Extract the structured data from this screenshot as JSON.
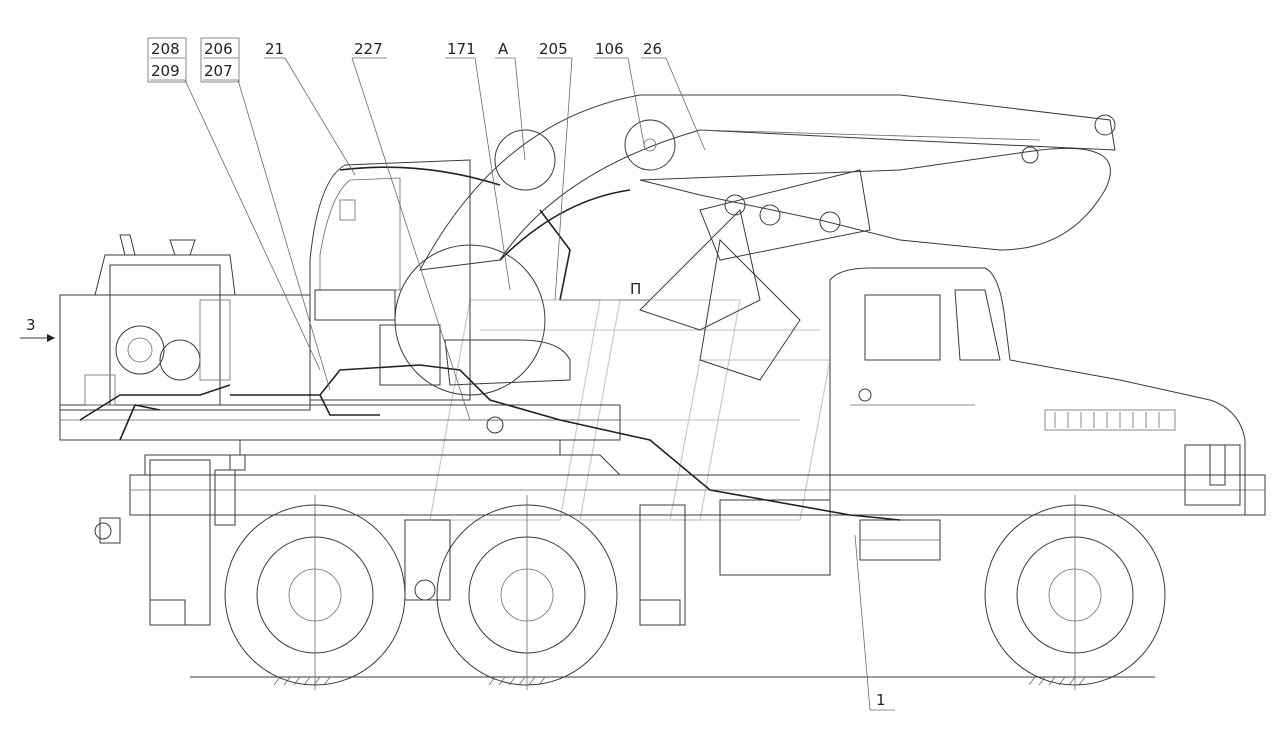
{
  "callouts": [
    {
      "id": "208",
      "text": "208"
    },
    {
      "id": "209",
      "text": "209"
    },
    {
      "id": "206",
      "text": "206"
    },
    {
      "id": "207",
      "text": "207"
    },
    {
      "id": "21",
      "text": "21"
    },
    {
      "id": "227",
      "text": "227"
    },
    {
      "id": "171",
      "text": "171"
    },
    {
      "id": "A",
      "text": "А"
    },
    {
      "id": "205",
      "text": "205"
    },
    {
      "id": "106",
      "text": "106"
    },
    {
      "id": "26",
      "text": "26"
    },
    {
      "id": "3",
      "text": "3"
    },
    {
      "id": "P",
      "text": "П"
    },
    {
      "id": "1",
      "text": "1"
    }
  ]
}
